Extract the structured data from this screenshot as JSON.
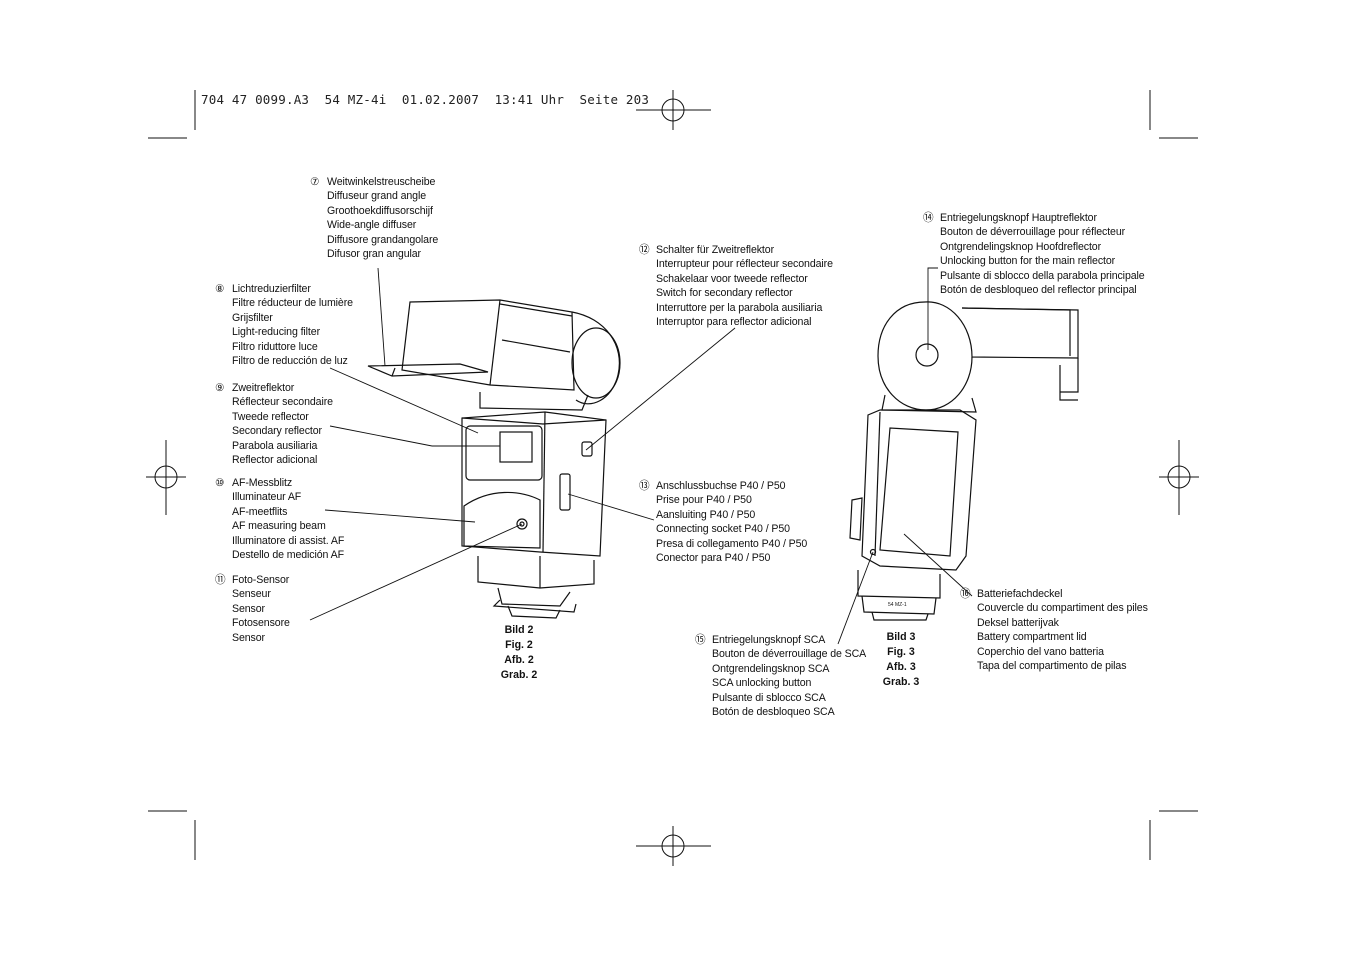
{
  "header": {
    "text": "704 47 0099.A3  54 MZ-4i  01.02.2007  13:41 Uhr  Seite 203"
  },
  "labels": [
    {
      "num": "⑦",
      "lines": [
        "Weitwinkelstreuscheibe",
        "Diffuseur grand angle",
        "Groothoekdiffusorschijf",
        "Wide-angle diffuser",
        "Diffusore grandangolare",
        "Difusor gran angular"
      ]
    },
    {
      "num": "⑧",
      "lines": [
        "Lichtreduzierfilter",
        "Filtre réducteur de lumière",
        "Grijsfilter",
        "Light-reducing filter",
        "Filtro riduttore luce",
        "Filtro de reducción de luz"
      ]
    },
    {
      "num": "⑨",
      "lines": [
        "Zweitreflektor",
        "Réflecteur secondaire",
        "Tweede reflector",
        "Secondary reflector",
        "Parabola ausiliaria",
        "Reflector adicional"
      ]
    },
    {
      "num": "⑩",
      "lines": [
        "AF-Messblitz",
        "Illuminateur AF",
        "AF-meetflits",
        "AF measuring beam",
        "Illuminatore di assist. AF",
        "Destello de medición AF"
      ]
    },
    {
      "num": "⑪",
      "lines": [
        "Foto-Sensor",
        "Senseur",
        "Sensor",
        "Fotosensore",
        "Sensor"
      ]
    },
    {
      "num": "⑫",
      "lines": [
        "Schalter für Zweitreflektor",
        "Interrupteur pour réflecteur secondaire",
        "Schakelaar voor tweede reflector",
        "Switch for secondary reflector",
        "Interruttore per la parabola ausiliaria",
        "Interruptor para reflector adicional"
      ]
    },
    {
      "num": "⑬",
      "lines": [
        "Anschlussbuchse P40 / P50",
        "Prise pour P40 / P50",
        "Aansluiting P40 / P50",
        "Connecting socket P40 / P50",
        "Presa di collegamento P40 / P50",
        "Conector para P40 / P50"
      ]
    },
    {
      "num": "⑭",
      "lines": [
        "Entriegelungsknopf Hauptreflektor",
        "Bouton de déverrouillage pour réflecteur",
        "Ontgrendelingsknop Hoofdreflector",
        "Unlocking button for the main reflector",
        "Pulsante di sblocco della parabola principale",
        "Botón de desbloqueo del reflector principal"
      ]
    },
    {
      "num": "⑮",
      "lines": [
        "Entriegelungsknopf SCA",
        "Bouton de déverrouillage de SCA",
        "Ontgrendelingsknop SCA",
        "SCA unlocking button",
        "Pulsante di sblocco SCA",
        "Botón de desbloqueo SCA"
      ]
    },
    {
      "num": "⑯",
      "lines": [
        "Batteriefachdeckel",
        "Couvercle du compartiment des piles",
        "Deksel batterijvak",
        "Battery compartment lid",
        "Coperchio del vano batteria",
        "Tapa del compartimento de pilas"
      ]
    }
  ],
  "captions": [
    {
      "lines": [
        "Bild 2",
        "Fig. 2",
        "Afb. 2",
        "Grab. 2"
      ]
    },
    {
      "lines": [
        "Bild 3",
        "Fig. 3",
        "Afb. 3",
        "Grab. 3"
      ]
    }
  ],
  "device_text": {
    "model_small": "54 MZ-1"
  }
}
